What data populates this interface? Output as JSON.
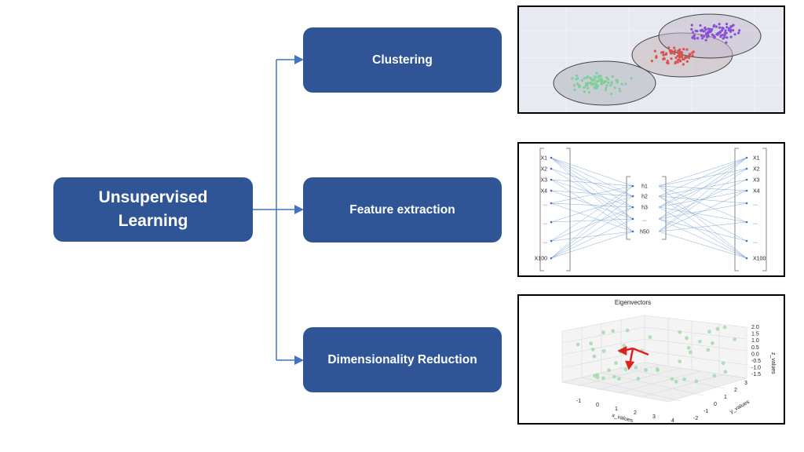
{
  "root": {
    "label": "Unsupervised\nLearning"
  },
  "branches": [
    {
      "label": "Clustering"
    },
    {
      "label": "Feature extraction"
    },
    {
      "label": "Dimensionality Reduction"
    }
  ],
  "colors": {
    "box": "#2f5597",
    "connector": "#4472c4",
    "cluster_green": "#7fcf9a",
    "cluster_red": "#d9534f",
    "cluster_purple": "#8a4fd8",
    "arrow_red": "#e02020"
  },
  "autoencoder": {
    "inputs": [
      "X1",
      "X2",
      "X3",
      "X4",
      "...",
      "...",
      "...",
      "X100"
    ],
    "hidden": [
      "h1",
      "h2",
      "h3",
      "...",
      "h50"
    ],
    "outputs": [
      "X1",
      "X2",
      "X3",
      "X4",
      "...",
      "...",
      "...",
      "X100"
    ]
  },
  "pca_plot": {
    "title": "Eigenvectors",
    "x_label": "x_values",
    "y_label": "y_values",
    "z_label": "z_values",
    "x_ticks": [
      "-1",
      "0",
      "1",
      "2",
      "3",
      "4"
    ],
    "y_ticks": [
      "-2",
      "-1",
      "0",
      "1",
      "2",
      "3"
    ],
    "z_ticks": [
      "2.0",
      "1.5",
      "1.0",
      "0.5",
      "0.0",
      "-0.5",
      "-1.0",
      "-1.5"
    ]
  }
}
